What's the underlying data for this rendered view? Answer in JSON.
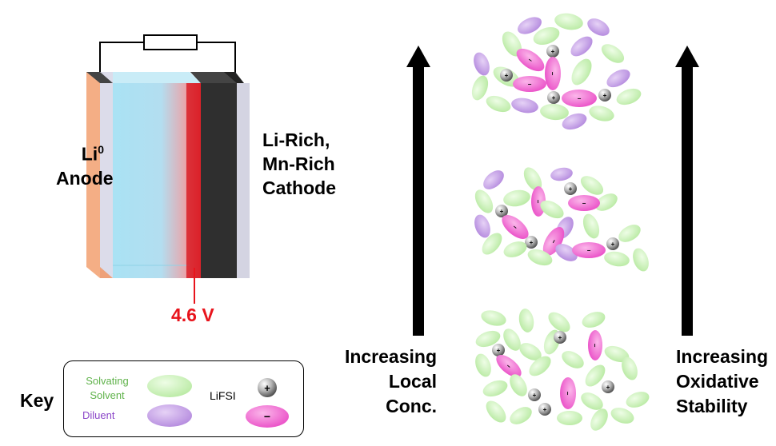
{
  "labels": {
    "anode_line1": "Li",
    "anode_sup": "0",
    "anode_line2": "Anode",
    "cathode_line1": "Li-Rich,",
    "cathode_line2": "Mn-Rich",
    "cathode_line3": "Cathode",
    "voltage": "4.6 V",
    "key": "Key"
  },
  "key": {
    "solvating_line1": "Solvating",
    "solvating_line2": "Solvent",
    "diluent": "Diluent",
    "salt": "LiFSI",
    "cation_symbol": "+",
    "anion_symbol": "−"
  },
  "arrows": {
    "left_line1": "Increasing",
    "left_line2": "Local",
    "left_line3": "Conc.",
    "right_line1": "Increasing",
    "right_line2": "Oxidative",
    "right_line3": "Stability"
  },
  "colors": {
    "solvent": "#c8f0b4",
    "diluent": "#c39be6",
    "anion": "#f06fd2",
    "cation": "#777777",
    "voltage": "#e8141c",
    "anode": "#f4ae85",
    "electrolyte": "#a9e2f4",
    "cathode": "#2e2e2e"
  },
  "clusters": [
    {
      "name": "high-local-concentration-cluster"
    },
    {
      "name": "medium-local-concentration-cluster"
    },
    {
      "name": "low-local-concentration-cluster"
    }
  ]
}
